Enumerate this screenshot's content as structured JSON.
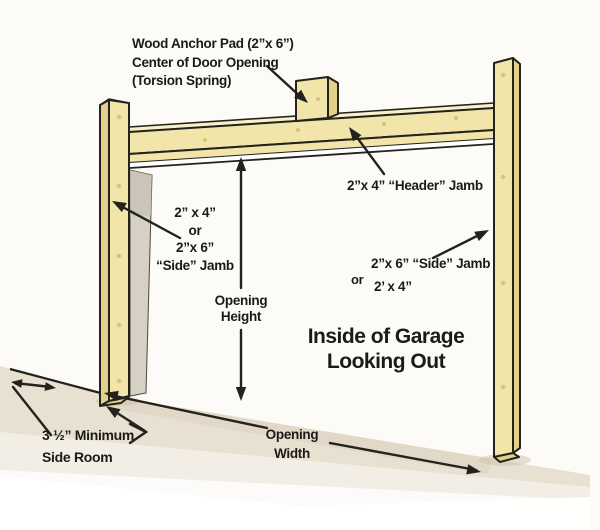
{
  "diagram_title": {
    "line1": "Inside of Garage",
    "line2": "Looking Out"
  },
  "labels": {
    "anchor_pad": {
      "line1": "Wood Anchor Pad (2”x 6”)",
      "line2": "Center of Door Opening",
      "line3": "(Torsion Spring)"
    },
    "header_jamb": {
      "text": "2”x 4” “Header” Jamb"
    },
    "left_side_jamb": {
      "line1": "2” x 4”",
      "line2": "or",
      "line3": "2”x 6”",
      "line4": "“Side” Jamb"
    },
    "right_side_jamb": {
      "line1": "2”x 6” “Side” Jamb",
      "line2": "or",
      "line3": "2’ x 4”"
    },
    "opening_height": {
      "line1": "Opening",
      "line2": "Height"
    },
    "opening_width": {
      "line1": "Opening",
      "line2": "Width"
    },
    "side_room": {
      "line1": "3 ½” Minimum",
      "line2": "Side Room"
    }
  },
  "colors": {
    "bg": "#fcfbf7",
    "wood_face": "#f2e5aa",
    "wood_side": "#e3d189",
    "wood_top": "#f8f0c8",
    "wood_dot": "#d8c27e",
    "outline": "#23221d",
    "line": "#23221d",
    "text": "#1b1a17",
    "floor": "#e8e0d1",
    "floor_dark": "#dcd2bf",
    "reveal": "#d6d1c4",
    "shadow": "#cdc2ab",
    "opening": "#ffffff"
  }
}
